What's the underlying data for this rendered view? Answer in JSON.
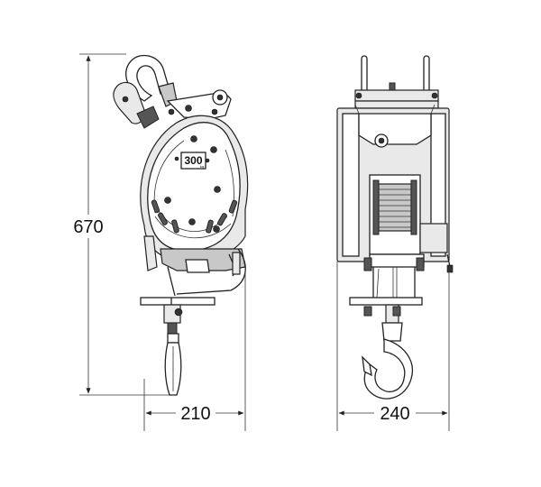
{
  "dimensions": {
    "height_label": "670",
    "side_width_label": "210",
    "front_width_label": "240"
  },
  "badge": {
    "capacity": "300",
    "unit": "kg"
  }
}
